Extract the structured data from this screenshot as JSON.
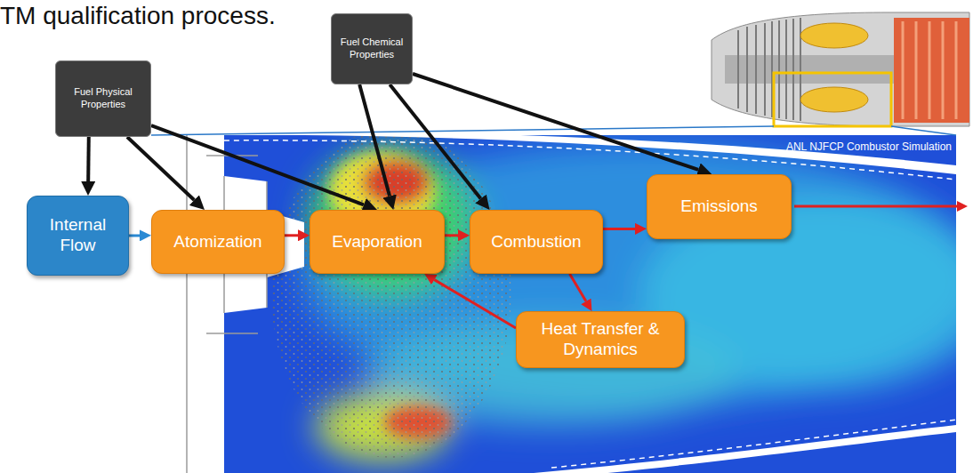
{
  "diagram": {
    "title": "TM qualification process.",
    "nodes": [
      {
        "text": [
          "Fuel Physical Properties"
        ]
      },
      {
        "text": [
          "Fuel Chemical Properties"
        ]
      },
      {
        "text": [
          "Internal Flow"
        ]
      },
      {
        "text": [
          "Atomization"
        ]
      },
      {
        "text": [
          "Evaporation"
        ]
      },
      {
        "text": [
          "Combustion"
        ]
      },
      {
        "text": [
          "Emissions"
        ]
      },
      {
        "text": [
          "Heat Transfer & Dynamics"
        ]
      }
    ],
    "edges": [
      {
        "from": 0,
        "to": 2,
        "arrow": "to"
      },
      {
        "from": 0,
        "to": 3,
        "arrow": "to"
      },
      {
        "from": 0,
        "to": 4,
        "arrow": "to"
      },
      {
        "from": 1,
        "to": 4,
        "arrow": "to"
      },
      {
        "from": 1,
        "to": 5,
        "arrow": "to"
      },
      {
        "from": 1,
        "to": 6,
        "arrow": "to"
      },
      {
        "from": 2,
        "to": 3,
        "arrow": "to"
      },
      {
        "from": 3,
        "to": 4,
        "arrow": "to"
      },
      {
        "from": 4,
        "to": 5,
        "arrow": "to"
      },
      {
        "from": 5,
        "to": 6,
        "arrow": "to"
      },
      {
        "from": 5,
        "to": 7,
        "arrow": "to"
      },
      {
        "from": 7,
        "to": 4,
        "arrow": "to"
      }
    ],
    "labels": [
      "ANL NJFCP Combustor Simulation"
    ]
  }
}
